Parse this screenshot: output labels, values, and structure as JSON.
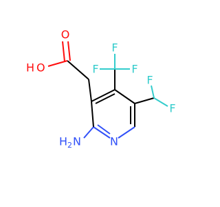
{
  "molecule": {
    "colors": {
      "carbon": "#000000",
      "oxygen": "#ff0d0d",
      "fluorine": "#33cccc",
      "nitrogen": "#3050f8"
    },
    "labels": {
      "hydroxyl_h": "H",
      "hydroxyl_o": "O",
      "carbonyl_o": "O",
      "cf3_f_left": "F",
      "cf3_f_top": "F",
      "cf3_f_right": "F",
      "chf2_f_top": "F",
      "chf2_f_right": "F",
      "ring_n": "N",
      "amino_h": "H",
      "amino_sub": "2",
      "amino_n": "N"
    }
  }
}
